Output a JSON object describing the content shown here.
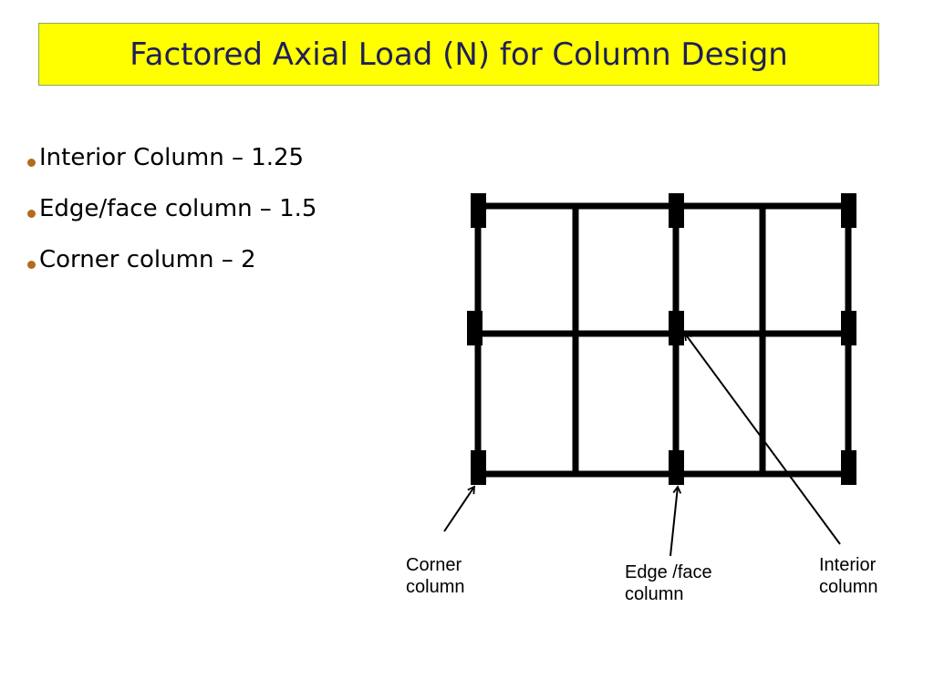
{
  "slide": {
    "title": "Factored Axial Load (N) for Column Design",
    "title_background": "#ffff00",
    "title_color": "#1f1f5c",
    "bullet_color": "#b36b1d",
    "bullets": [
      {
        "label": "Interior Column – 1.25"
      },
      {
        "label": "Edge/face column – 1.5"
      },
      {
        "label": "Corner column – 2"
      }
    ]
  },
  "diagram": {
    "callouts": {
      "corner": {
        "line1": "Corner",
        "line2": "column"
      },
      "edge": {
        "line1": "Edge /face",
        "line2": "column"
      },
      "interior": {
        "line1": "Interior",
        "line2": "column"
      }
    }
  }
}
